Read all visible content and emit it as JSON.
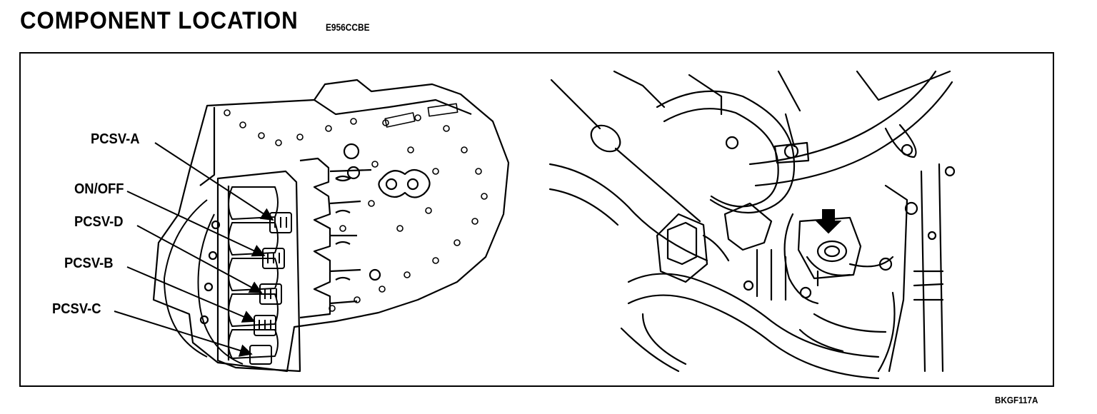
{
  "header": {
    "title": "COMPONENT LOCATION",
    "code": "E956CCBE"
  },
  "figure_id": "BKGF117A",
  "labels": {
    "pcsv_a": "PCSV-A",
    "on_off": "ON/OFF",
    "pcsv_d": "PCSV-D",
    "pcsv_b": "PCSV-B",
    "pcsv_c": "PCSV-C"
  }
}
